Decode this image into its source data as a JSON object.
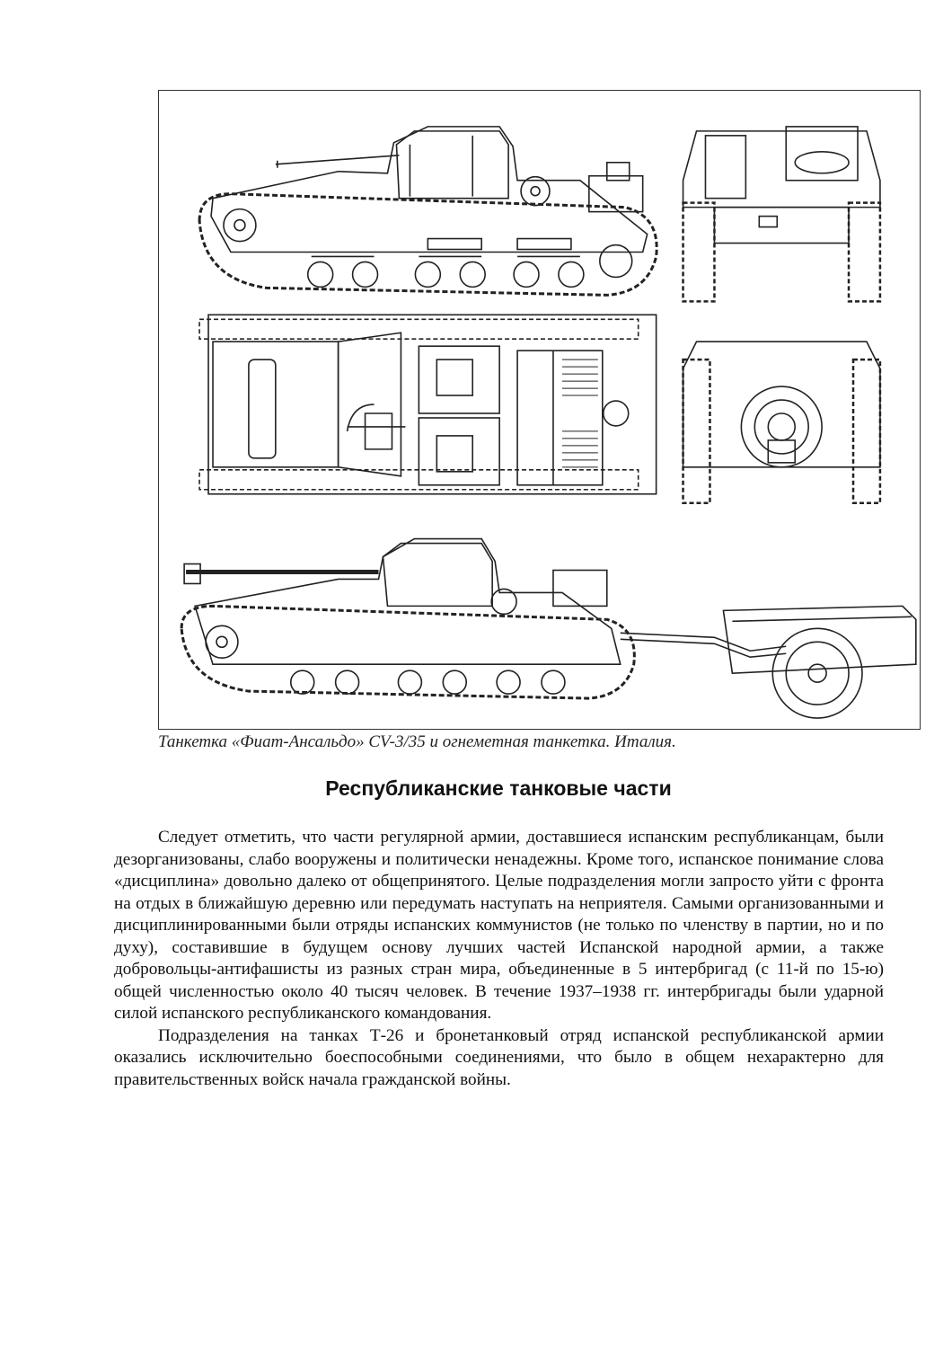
{
  "figure": {
    "caption": "Танкетка «Фиат-Ансальдо» CV-3/35 и огнеметная танкетка. Италия."
  },
  "section": {
    "heading": "Республиканские танковые части",
    "paragraphs": [
      "Следует отметить, что части регулярной армии, доставшиеся испанским республиканцам, были дезорганизованы, слабо вооружены и политически ненадежны. Кроме того, испанское понимание слова «дисциплина» довольно далеко от общепринятого. Целые подразделения могли запросто уйти с фронта на отдых в ближайшую деревню или передумать наступать на неприятеля. Самыми организованными и дисциплинированными были отряды испанских коммунистов (не только по членству в партии, но и по духу), составившие в будущем основу лучших частей Испанской народной армии, а также добровольцы-антифашисты из разных стран мира, объединенные в 5 интербригад (с 11-й по 15-ю) общей численностью около 40 тысяч человек. В течение 1937–1938 гг. интербригады были ударной силой испанского республиканского командования.",
      "Подразделения на танках Т-26 и бронетанковый отряд испанской республиканской армии оказались исключительно боеспособными соединениями, что было в общем нехарактерно для правительственных войск начала гражданской войны."
    ]
  }
}
